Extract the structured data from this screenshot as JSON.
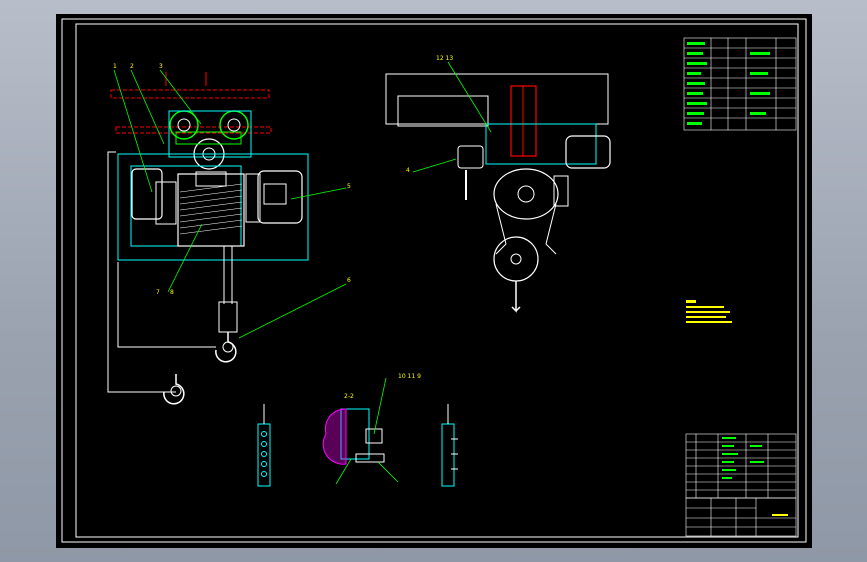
{
  "colors": {
    "background_outer": "#9aa2b0",
    "paper": "#000000",
    "frame": "#ffffff",
    "outline": "#00ffff",
    "part": "#ffffff",
    "leader": "#00ff00",
    "label": "#ffff00",
    "rail": "#ff0000",
    "hatch": "#ff00ff"
  },
  "callouts": {
    "c1": "1",
    "c2": "2",
    "c3": "3",
    "c4": "4",
    "c5": "5",
    "c6": "6",
    "c7": "7",
    "c8": "8",
    "c12_13": "12 13",
    "c10_11_9": "10 11 9",
    "section": "2-2"
  }
}
